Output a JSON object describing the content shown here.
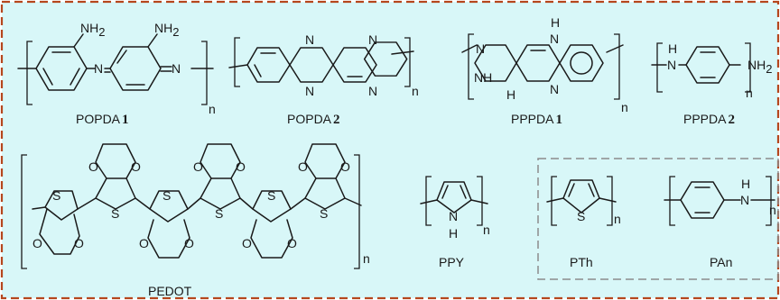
{
  "colors": {
    "panel_fill": "#d8f7f8",
    "outer_border": "#b5471e",
    "inner_border": "#8c8c8c",
    "ink": "#1a1a1a"
  },
  "atoms": {
    "nh2": "NH",
    "two": "2",
    "n": "N",
    "h": "H",
    "s": "S",
    "o": "O",
    "repeat": "n"
  },
  "labels": {
    "popda1": {
      "name": "POPDA",
      "num": "1"
    },
    "popda2": {
      "name": "POPDA",
      "num": "2"
    },
    "pppda1": {
      "name": "PPPDA",
      "num": "1"
    },
    "pppda2": {
      "name": "PPPDA",
      "num": "2"
    },
    "pedot": "PEDOT",
    "ppy": "PPY",
    "pth": "PTh",
    "pan": "PAn"
  }
}
